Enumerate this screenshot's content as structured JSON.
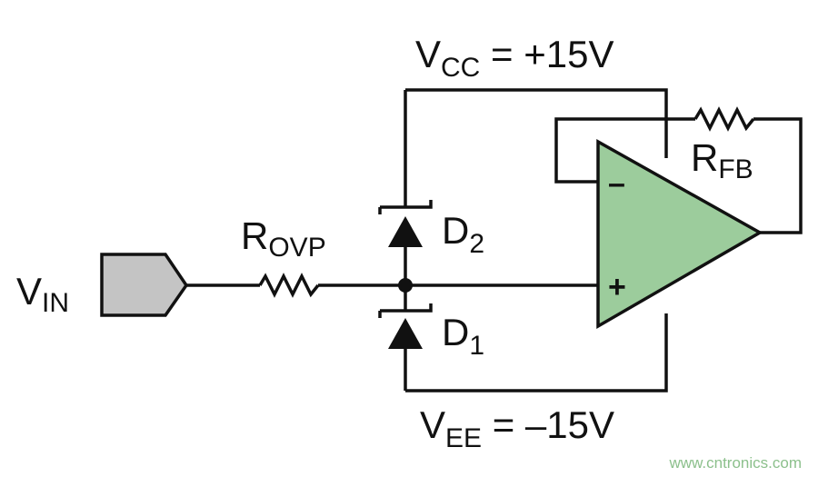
{
  "labels": {
    "vin_main": "V",
    "vin_sub": "IN",
    "rovp_main": "R",
    "rovp_sub": "OVP",
    "rfb_main": "R",
    "rfb_sub": "FB",
    "d2_main": "D",
    "d2_sub": "2",
    "d1_main": "D",
    "d1_sub": "1",
    "vcc_main": "V",
    "vcc_sub": "CC",
    "vcc_value": " = +15V",
    "vee_main": "V",
    "vee_sub": "EE",
    "vee_value": " = –15V",
    "minus_sign": "–",
    "plus_sign": "+"
  },
  "watermark": "www.cntronics.com",
  "colors": {
    "wire": "#111111",
    "opamp_fill": "#9ccc9c",
    "input_fill": "#c4c4c4",
    "watermark": "#8cc08c"
  }
}
